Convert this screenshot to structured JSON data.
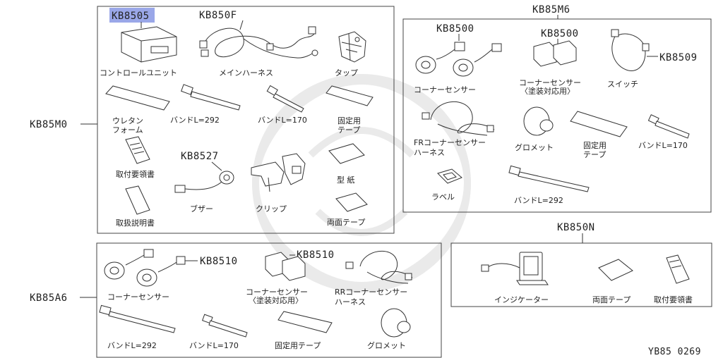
{
  "groups": {
    "m0": "KB85M0",
    "m6": "KB85M6",
    "n": "KB850N",
    "a6": "KB85A6"
  },
  "codes": {
    "kb8505": "KB8505",
    "kb850f": "KB850F",
    "kb8527": "KB8527",
    "kb8500_a": "KB8500",
    "kb8500_b": "KB8500",
    "kb8509": "KB8509",
    "kb8510_a": "KB8510",
    "kb8510_b": "KB8510"
  },
  "labels": {
    "control_unit": "コントロールユニット",
    "main_harness": "メインハーネス",
    "tap": "タップ",
    "urethane_1": "ウレタン",
    "urethane_2": "フォーム",
    "band_292_m0": "バンドL=292",
    "band_170_m0": "バンドL=170",
    "fix_tape_m0_1": "固定用",
    "fix_tape_m0_2": "テープ",
    "install_manual_m0": "取付要領書",
    "buzzer": "ブザー",
    "clip": "クリップ",
    "template": "型 紙",
    "user_manual": "取扱説明書",
    "double_tape_m0": "両面テープ",
    "corner_sensor_m6": "コーナーセンサー",
    "corner_sensor_painted_m6_1": "コーナーセンサー",
    "corner_sensor_painted_m6_2": "〈塗装対応用〉",
    "switch": "スイッチ",
    "fr_harness_1": "FRコーナーセンサー",
    "fr_harness_2": "ハーネス",
    "grommet_m6": "グロメット",
    "fix_tape_m6_1": "固定用",
    "fix_tape_m6_2": "テープ",
    "band_170_m6": "バンドL=170",
    "label": "ラベル",
    "band_292_m6": "バンドL=292",
    "indicator": "インジケーター",
    "double_tape_n": "両面テープ",
    "install_manual_n": "取付要領書",
    "corner_sensor_a6": "コーナーセンサー",
    "corner_sensor_painted_a6_1": "コーナーセンサー",
    "corner_sensor_painted_a6_2": "〈塗装対応用〉",
    "rr_harness_1": "RRコーナーセンサー",
    "rr_harness_2": "ハーネス",
    "band_292_a6": "バンドL=292",
    "band_170_a6": "バンドL=170",
    "fix_tape_a6": "固定用テープ",
    "grommet_a6": "グロメット"
  },
  "footer": {
    "ref": "YB85 0269"
  },
  "highlight_color": "#9aa7e8"
}
